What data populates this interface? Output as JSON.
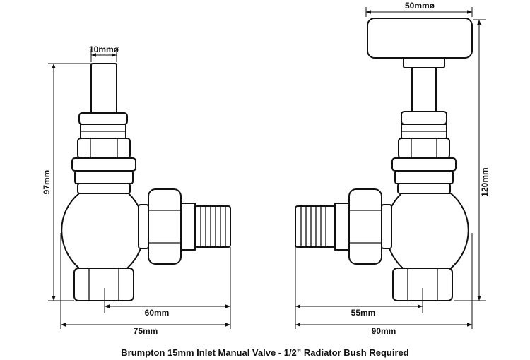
{
  "caption": "Brumpton 15mm Inlet Manual Valve - 1/2” Radiator Bush Required",
  "left_valve": {
    "spindle_label": "10mmø",
    "height_label": "97mm",
    "inner_width_label": "60mm",
    "overall_width_label": "75mm"
  },
  "right_valve": {
    "handle_label": "50mmø",
    "height_label": "120mm",
    "inner_width_label": "55mm",
    "overall_width_label": "90mm"
  },
  "colors": {
    "line": "#111111",
    "background": "#ffffff"
  }
}
